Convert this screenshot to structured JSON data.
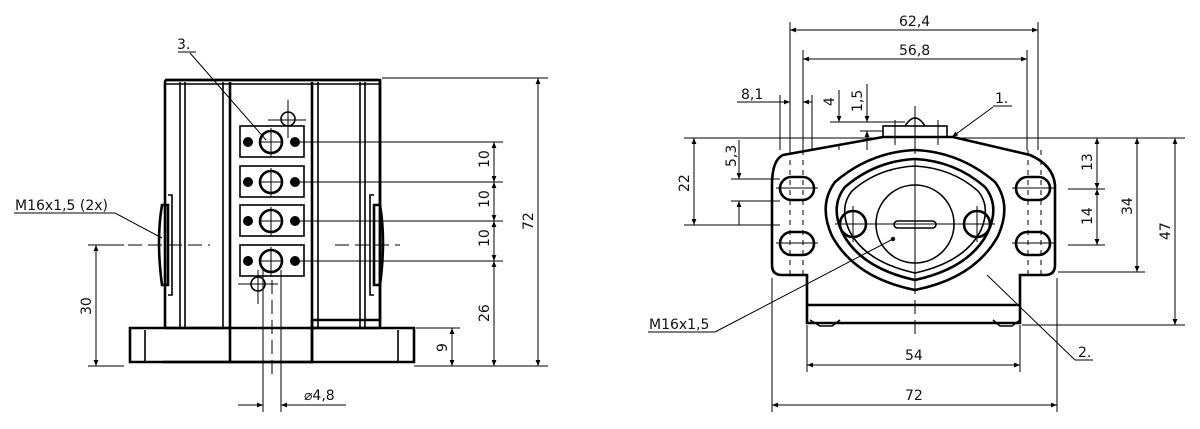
{
  "drawing": {
    "views": [
      {
        "name": "front-view",
        "labels": {
          "item_3": "3.",
          "thread_callout": "M16x1,5 (2x)",
          "hole_diameter": "⌀4,8"
        },
        "dimensions": {
          "pitch_1": "10",
          "pitch_2": "10",
          "pitch_3": "10",
          "bottom_to_contact": "26",
          "overall_height": "72",
          "base_height": "9",
          "thread_height": "30"
        }
      },
      {
        "name": "top-view",
        "labels": {
          "item_1": "1.",
          "item_2": "2.",
          "thread_callout": "M16x1,5"
        },
        "dimensions": {
          "outer_width": "62,4",
          "inner_width": "56,8",
          "slot_offset": "8,1",
          "step_4": "4",
          "step_1_5": "1,5",
          "slot_height": "5,3",
          "left_height": "22",
          "right_13": "13",
          "right_14": "14",
          "right_34": "34",
          "right_47": "47",
          "base_width": "54",
          "overall_width": "72"
        }
      }
    ]
  }
}
